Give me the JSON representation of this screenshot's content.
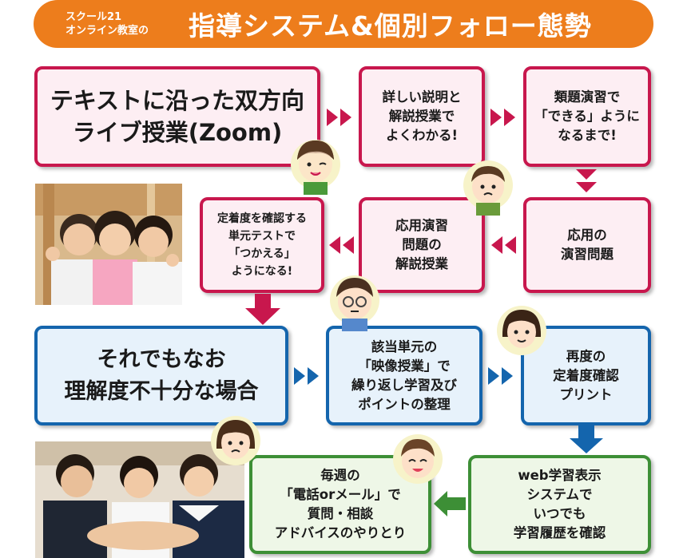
{
  "header": {
    "subtitle_line1": "スクール21",
    "subtitle_line2": "オンライン教室の",
    "title": "指導システム&個別フォロー態勢"
  },
  "colors": {
    "header_orange": "#ed7d1c",
    "pink_border": "#c8174d",
    "pink_fill": "#fdeef3",
    "blue_border": "#1465ad",
    "blue_fill": "#e7f2fb",
    "green_border": "#3d8f36",
    "green_fill": "#eef7e7"
  },
  "row1": {
    "box1": "テキストに沿った双方向\nライブ授業(Zoom)",
    "box2": "詳しい説明と\n解説授業で\nよくわかる!",
    "box3": "類題演習で\n「できる」ように\nなるまで!"
  },
  "row2": {
    "box1": "定着度を確認する\n単元テストで\n「つかえる」\nようになる!",
    "box2": "応用演習\n問題の\n解説授業",
    "box3": "応用の\n演習問題"
  },
  "row3": {
    "box1": "それでもなお\n理解度不十分な場合",
    "box2": "該当単元の\n「映像授業」で\n繰り返し学習及び\nポイントの整理",
    "box3": "再度の\n定着度確認\nプリント"
  },
  "row4": {
    "box1": "毎週の\n「電話orメール」で\n質問・相談\nアドバイスのやりとり",
    "box2": "web学習表示\nシステムで\nいつでも\n学習履歴を確認"
  },
  "icons": {
    "double_chevron": "double-chevron-icon",
    "down_arrow": "down-arrow-icon",
    "left_arrow": "left-arrow-icon",
    "child_face": "child-face-icon"
  }
}
